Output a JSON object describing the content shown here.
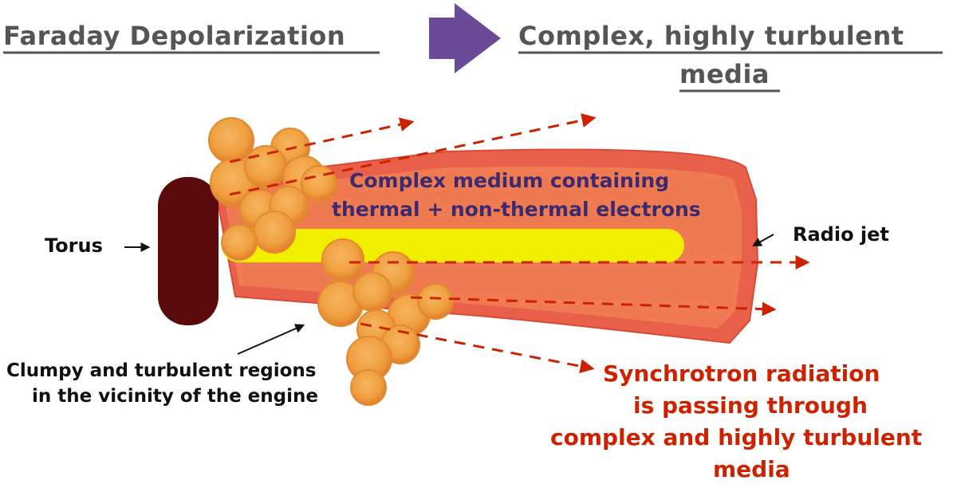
{
  "header": {
    "left_title": "Faraday Depolarization",
    "right_title_line1": "Complex, highly turbulent",
    "right_title_line2": "media"
  },
  "labels": {
    "medium_line1": "Complex medium containing",
    "medium_line2": "thermal + non-thermal electrons",
    "torus": "Torus",
    "radio_jet": "Radio jet",
    "clumpy_line1": "Clumpy and turbulent regions",
    "clumpy_line2": "in the vicinity of the engine",
    "sync_line1": "Synchrotron radiation",
    "sync_line2": "is passing through",
    "sync_line3": "complex and highly turbulent",
    "sync_line4": "media"
  },
  "colors": {
    "arrow_purple": "#6b4a9a",
    "jet_outer": "#e8604a",
    "jet_inner": "#f07a52",
    "jet_core": "#f2ee00",
    "torus": "#5a0a0a",
    "clump": "#f0a040",
    "dash_arrow": "#cc2200",
    "heading_gray": "#555555",
    "text_red": "#cc2200",
    "text_purple": "#3b2a6e"
  }
}
